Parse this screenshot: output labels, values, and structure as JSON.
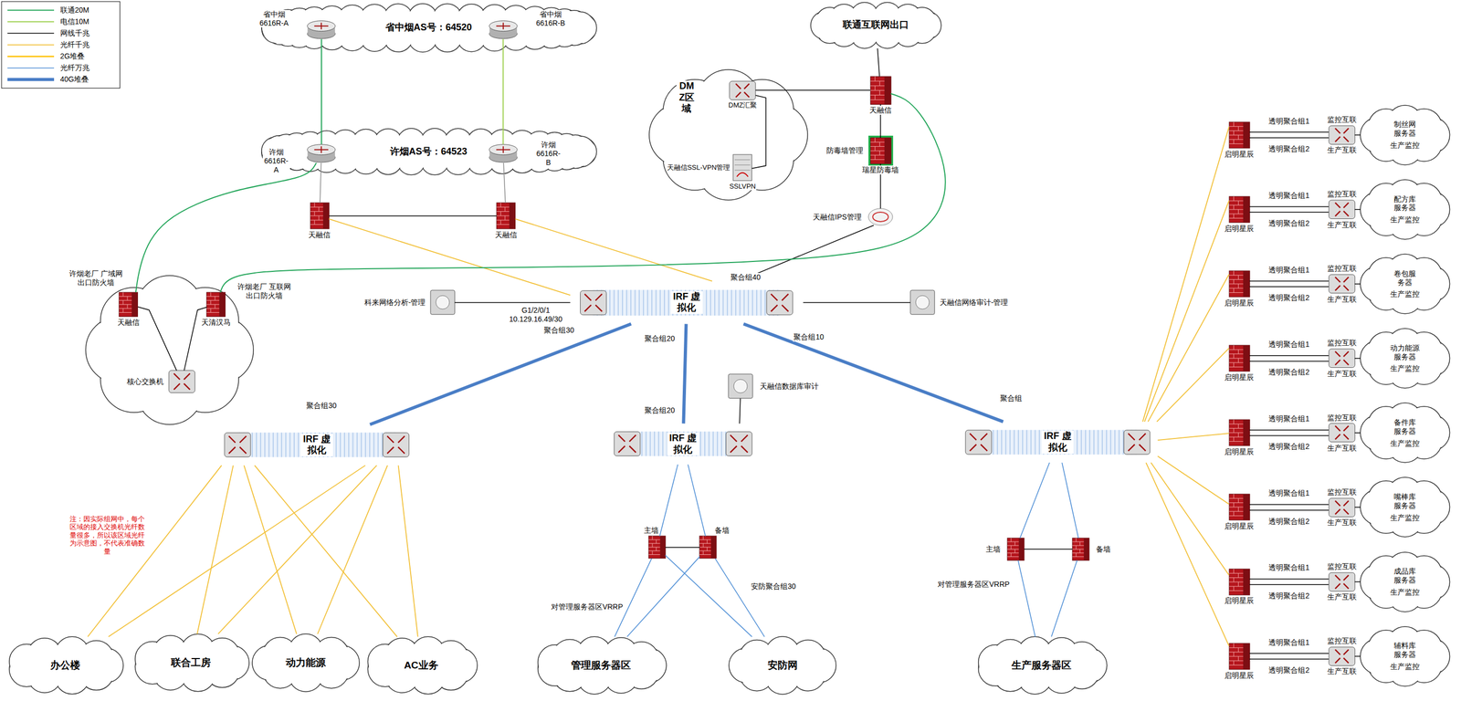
{
  "diagram": {
    "nodes": [
      {
        "text": [
          "省中烟AS号：64520"
        ]
      },
      {
        "text": [
          "省中烟 6616R-A"
        ],
        "in": 0
      },
      {
        "text": [
          "省中烟 6616R-B"
        ],
        "in": 0
      },
      {
        "text": [
          "许烟AS号：64523"
        ]
      },
      {
        "text": [
          "许烟 6616R-A"
        ],
        "in": 3
      },
      {
        "text": [
          "许烟 6616R-B"
        ],
        "in": 3
      },
      {
        "text": [
          "天融信"
        ]
      },
      {
        "text": [
          "天融信"
        ]
      },
      {
        "text": [
          "联通互联网出口"
        ]
      },
      {
        "text": [
          "DMZ区域"
        ]
      },
      {
        "text": [
          "DMZ汇聚"
        ],
        "in": 9
      },
      {
        "text": [
          "天融信SSL-VPN管理",
          "SSLVPN"
        ],
        "in": 9
      },
      {
        "text": [
          "天融信"
        ]
      },
      {
        "text": [
          "防毒墙管理",
          "瑞星防毒墙"
        ]
      },
      {
        "text": [
          "天融信IPS管理"
        ]
      },
      {
        "text": [
          "IRF 虚拟化"
        ]
      },
      {
        "text": [
          "科来网络分析-管理"
        ]
      },
      {
        "text": [
          "天融信网络审计-管理"
        ]
      },
      {
        "text": [
          "许烟老厂 广域网出口防火墙",
          "天融信"
        ]
      },
      {
        "text": [
          "许烟老厂 互联网出口防火墙",
          "天清汉马"
        ]
      },
      {
        "text": [
          "核心交换机"
        ]
      },
      {
        "text": [
          "IRF 虚拟化"
        ]
      },
      {
        "text": [
          "办公楼"
        ]
      },
      {
        "text": [
          "联合工房"
        ]
      },
      {
        "text": [
          "动力能源"
        ]
      },
      {
        "text": [
          "AC业务"
        ]
      },
      {
        "text": [
          "IRF 虚拟化"
        ]
      },
      {
        "text": [
          "天融信数据库审计"
        ]
      },
      {
        "text": [
          "主墙"
        ]
      },
      {
        "text": [
          "备墙"
        ]
      },
      {
        "text": [
          "管理服务器区"
        ]
      },
      {
        "text": [
          "安防网"
        ]
      },
      {
        "text": [
          "IRF 虚拟化"
        ]
      },
      {
        "text": [
          "主墙"
        ]
      },
      {
        "text": [
          "备墙"
        ]
      },
      {
        "text": [
          "生产服务器区"
        ]
      },
      {
        "text": [
          "启明星辰"
        ]
      },
      {
        "text": [
          "监控互联",
          "生产互联"
        ]
      },
      {
        "text": [
          "制丝网服务器",
          "生产监控"
        ]
      },
      {
        "text": [
          "启明星辰"
        ]
      },
      {
        "text": [
          "监控互联",
          "生产互联"
        ]
      },
      {
        "text": [
          "配方库服务器",
          "生产监控"
        ]
      },
      {
        "text": [
          "启明星辰"
        ]
      },
      {
        "text": [
          "监控互联",
          "生产互联"
        ]
      },
      {
        "text": [
          "卷包服务器",
          "生产监控"
        ]
      },
      {
        "text": [
          "启明星辰"
        ]
      },
      {
        "text": [
          "监控互联",
          "生产互联"
        ]
      },
      {
        "text": [
          "动力能源服务器",
          "生产监控"
        ]
      },
      {
        "text": [
          "启明星辰"
        ]
      },
      {
        "text": [
          "监控互联",
          "生产互联"
        ]
      },
      {
        "text": [
          "备件库服务器",
          "生产监控"
        ]
      },
      {
        "text": [
          "启明星辰"
        ]
      },
      {
        "text": [
          "监控互联",
          "生产互联"
        ]
      },
      {
        "text": [
          "嘴棒库服务器",
          "生产监控"
        ]
      },
      {
        "text": [
          "启明星辰"
        ]
      },
      {
        "text": [
          "监控互联",
          "生产互联"
        ]
      },
      {
        "text": [
          "成品库服务器",
          "生产监控"
        ]
      },
      {
        "text": [
          "启明星辰"
        ]
      },
      {
        "text": [
          "监控互联",
          "生产互联"
        ]
      },
      {
        "text": [
          "辅料库服务器",
          "生产监控"
        ]
      }
    ],
    "edges": [
      {
        "from": 1,
        "to": 4,
        "arrow": "none"
      },
      {
        "from": 2,
        "to": 5,
        "arrow": "none"
      },
      {
        "from": 4,
        "to": 6,
        "arrow": "none"
      },
      {
        "from": 5,
        "to": 7,
        "arrow": "none"
      },
      {
        "from": 6,
        "to": 7,
        "arrow": "none"
      },
      {
        "from": 6,
        "to": 15,
        "arrow": "none"
      },
      {
        "from": 7,
        "to": 15,
        "arrow": "none"
      },
      {
        "from": 8,
        "to": 12,
        "arrow": "none"
      },
      {
        "from": 10,
        "to": 12,
        "arrow": "none"
      },
      {
        "from": 10,
        "to": 11,
        "arrow": "none"
      },
      {
        "from": 12,
        "to": 13,
        "arrow": "none"
      },
      {
        "from": 13,
        "to": 14,
        "arrow": "none"
      },
      {
        "from": 14,
        "to": 15,
        "arrow": "none"
      },
      {
        "from": 12,
        "to": 19,
        "arrow": "none"
      },
      {
        "from": 4,
        "to": 18,
        "arrow": "none"
      },
      {
        "from": 16,
        "to": 15,
        "arrow": "none"
      },
      {
        "from": 15,
        "to": 17,
        "arrow": "none"
      },
      {
        "from": 18,
        "to": 20,
        "arrow": "none"
      },
      {
        "from": 19,
        "to": 20,
        "arrow": "none"
      },
      {
        "from": 15,
        "to": 21,
        "arrow": "none"
      },
      {
        "from": 15,
        "to": 26,
        "arrow": "none"
      },
      {
        "from": 15,
        "to": 32,
        "arrow": "none"
      },
      {
        "from": 21,
        "to": 22,
        "arrow": "none"
      },
      {
        "from": 21,
        "to": 23,
        "arrow": "none"
      },
      {
        "from": 21,
        "to": 24,
        "arrow": "none"
      },
      {
        "from": 21,
        "to": 25,
        "arrow": "none"
      },
      {
        "from": 21,
        "to": 22,
        "arrow": "none"
      },
      {
        "from": 21,
        "to": 23,
        "arrow": "none"
      },
      {
        "from": 21,
        "to": 24,
        "arrow": "none"
      },
      {
        "from": 21,
        "to": 25,
        "arrow": "none"
      },
      {
        "from": 27,
        "to": 26,
        "arrow": "none"
      },
      {
        "from": 26,
        "to": 28,
        "arrow": "none"
      },
      {
        "from": 26,
        "to": 29,
        "arrow": "none"
      },
      {
        "from": 28,
        "to": 29,
        "arrow": "none"
      },
      {
        "from": 28,
        "to": 30,
        "arrow": "none"
      },
      {
        "from": 28,
        "to": 31,
        "arrow": "none"
      },
      {
        "from": 29,
        "to": 30,
        "arrow": "none"
      },
      {
        "from": 29,
        "to": 31,
        "arrow": "none"
      },
      {
        "from": 32,
        "to": 33,
        "arrow": "none"
      },
      {
        "from": 32,
        "to": 34,
        "arrow": "none"
      },
      {
        "from": 33,
        "to": 34,
        "arrow": "none"
      },
      {
        "from": 33,
        "to": 35,
        "arrow": "none"
      },
      {
        "from": 34,
        "to": 35,
        "arrow": "none"
      },
      {
        "from": 32,
        "to": 36,
        "arrow": "none"
      },
      {
        "from": 36,
        "to": 37,
        "label": "透明聚合组1",
        "arrow": "none"
      },
      {
        "from": 36,
        "to": 37,
        "label": "透明聚合组2",
        "arrow": "none"
      },
      {
        "from": 37,
        "to": 38,
        "arrow": "none"
      },
      {
        "from": 32,
        "to": 39,
        "arrow": "none"
      },
      {
        "from": 39,
        "to": 40,
        "label": "透明聚合组1",
        "arrow": "none"
      },
      {
        "from": 39,
        "to": 40,
        "label": "透明聚合组2",
        "arrow": "none"
      },
      {
        "from": 40,
        "to": 41,
        "arrow": "none"
      },
      {
        "from": 32,
        "to": 42,
        "arrow": "none"
      },
      {
        "from": 42,
        "to": 43,
        "label": "透明聚合组1",
        "arrow": "none"
      },
      {
        "from": 42,
        "to": 43,
        "label": "透明聚合组2",
        "arrow": "none"
      },
      {
        "from": 43,
        "to": 44,
        "arrow": "none"
      },
      {
        "from": 32,
        "to": 45,
        "arrow": "none"
      },
      {
        "from": 45,
        "to": 46,
        "label": "透明聚合组1",
        "arrow": "none"
      },
      {
        "from": 45,
        "to": 46,
        "label": "透明聚合组2",
        "arrow": "none"
      },
      {
        "from": 46,
        "to": 47,
        "arrow": "none"
      },
      {
        "from": 32,
        "to": 48,
        "arrow": "none"
      },
      {
        "from": 48,
        "to": 49,
        "label": "透明聚合组1",
        "arrow": "none"
      },
      {
        "from": 48,
        "to": 49,
        "label": "透明聚合组2",
        "arrow": "none"
      },
      {
        "from": 49,
        "to": 50,
        "arrow": "none"
      },
      {
        "from": 32,
        "to": 51,
        "arrow": "none"
      },
      {
        "from": 51,
        "to": 52,
        "label": "透明聚合组1",
        "arrow": "none"
      },
      {
        "from": 51,
        "to": 52,
        "label": "透明聚合组2",
        "arrow": "none"
      },
      {
        "from": 52,
        "to": 53,
        "arrow": "none"
      },
      {
        "from": 32,
        "to": 54,
        "arrow": "none"
      },
      {
        "from": 54,
        "to": 55,
        "label": "透明聚合组1",
        "arrow": "none"
      },
      {
        "from": 54,
        "to": 55,
        "label": "透明聚合组2",
        "arrow": "none"
      },
      {
        "from": 55,
        "to": 56,
        "arrow": "none"
      },
      {
        "from": 32,
        "to": 57,
        "arrow": "none"
      },
      {
        "from": 57,
        "to": 58,
        "label": "透明聚合组1",
        "arrow": "none"
      },
      {
        "from": 57,
        "to": 58,
        "label": "透明聚合组2",
        "arrow": "none"
      },
      {
        "from": 58,
        "to": 59,
        "arrow": "none"
      }
    ],
    "labels": [
      "G1/2/0/1 10.129.16.49/30",
      "聚合组30",
      "聚合组20",
      "聚合组10",
      "聚合组40",
      "聚合组30",
      "聚合组20",
      "聚合组",
      "注：因实际组网中，每个区域的接入交换机光纤数量很多，所以该区域光纤为示意图，不代表准确数量",
      "对管理服务器区VRRP",
      "安防聚合组30",
      "对管理服务器区VRRP"
    ],
    "legend": [
      {
        "text": "联通20M"
      },
      {
        "text": "电信10M"
      },
      {
        "text": "网线千兆"
      },
      {
        "text": "光纤千兆"
      },
      {
        "text": "2G堆叠"
      },
      {
        "text": "光纤万兆"
      },
      {
        "text": "40G堆叠"
      }
    ]
  }
}
